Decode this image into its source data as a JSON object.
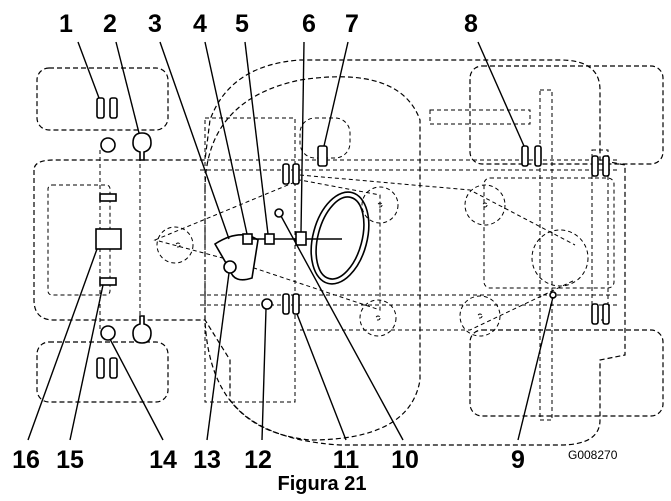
{
  "callouts": {
    "c1": "1",
    "c2": "2",
    "c3": "3",
    "c4": "4",
    "c5": "5",
    "c6": "6",
    "c7": "7",
    "c8": "8",
    "c9": "9",
    "c10": "10",
    "c11": "11",
    "c12": "12",
    "c13": "13",
    "c14": "14",
    "c15": "15",
    "c16": "16"
  },
  "figure_code": "G008270",
  "caption": "Figura 21"
}
